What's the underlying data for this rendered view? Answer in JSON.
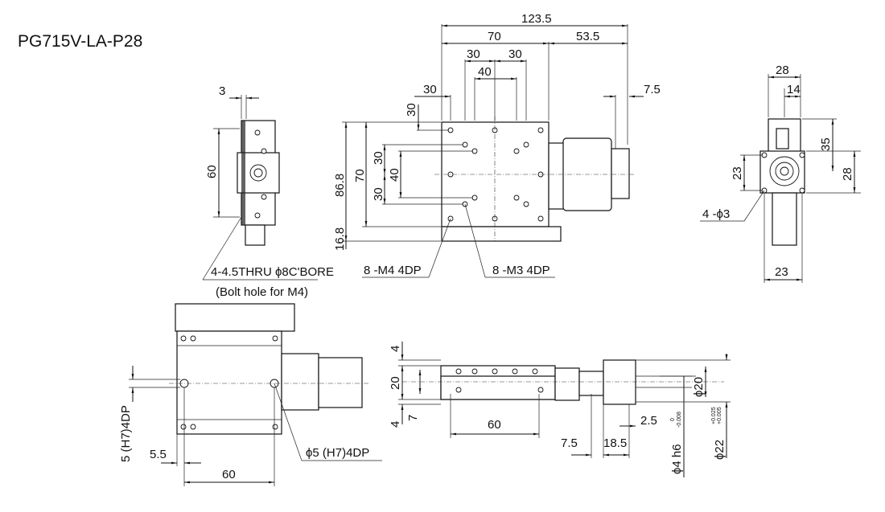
{
  "title": "PG715V-LA-P28",
  "top_view": {
    "dims": [
      "123.5",
      "70",
      "53.5",
      "30",
      "30",
      "40",
      "30",
      "7.5",
      "30",
      "30",
      "40",
      "30",
      "70",
      "86.8",
      "16.8"
    ],
    "callouts": {
      "m4": "8 -M4 4DP",
      "m3": "8 -M3 4DP"
    }
  },
  "left_view": {
    "dims": [
      "3",
      "60"
    ],
    "callout_line1": "4-4.5THRU ϕ8C'BORE",
    "callout_line2": "(Bolt hole for M4)"
  },
  "right_view": {
    "dims": [
      "28",
      "14",
      "35",
      "23",
      "28",
      "23"
    ],
    "callout": "4 -ϕ3"
  },
  "bottom_view": {
    "dims": [
      "5 (H7)4DP",
      "5.5",
      "60"
    ],
    "callout": "ϕ5 (H7)4DP"
  },
  "side_view": {
    "dims": [
      "4",
      "20",
      "4",
      "7",
      "60",
      "7.5",
      "18.5",
      "2.5"
    ],
    "shaft": "ϕ4 h6",
    "shaft_tol_upper": "0",
    "shaft_tol_lower": "-0.008",
    "bore": "ϕ20",
    "housing": "ϕ22",
    "housing_tol_upper": "+0.025",
    "housing_tol_lower": "+0.005"
  }
}
